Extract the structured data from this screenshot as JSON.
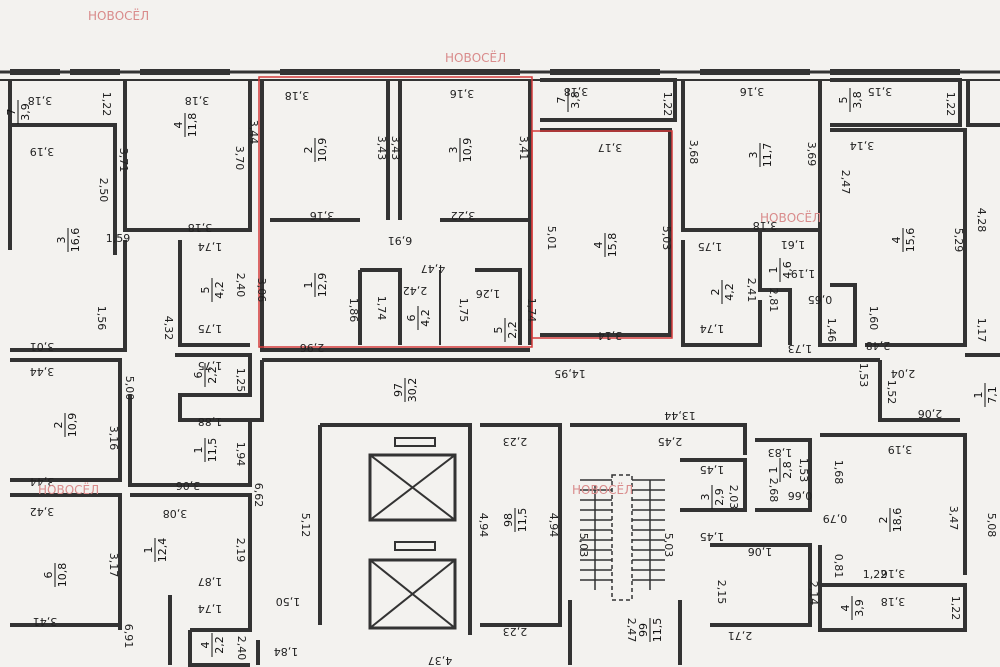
{
  "watermark": "НОВОСЁЛ",
  "highlight_color": "#d33a3a",
  "rooms": [
    {
      "id": "r7a",
      "num": "7",
      "area": "3,9"
    },
    {
      "id": "r4a",
      "num": "4",
      "area": "11,8"
    },
    {
      "id": "r3a",
      "num": "3",
      "area": "16,6"
    },
    {
      "id": "r5a",
      "num": "5",
      "area": "4,2"
    },
    {
      "id": "r2h",
      "num": "2",
      "area": "10,9"
    },
    {
      "id": "r3h",
      "num": "3",
      "area": "10,9"
    },
    {
      "id": "r1h",
      "num": "1",
      "area": "12,9"
    },
    {
      "id": "r6h",
      "num": "6",
      "area": "4,2"
    },
    {
      "id": "r5h",
      "num": "5",
      "area": "2,2"
    },
    {
      "id": "r4h",
      "num": "4",
      "area": "15,8"
    },
    {
      "id": "r7h",
      "num": "7",
      "area": "3,8"
    },
    {
      "id": "r3c",
      "num": "3",
      "area": "11,7"
    },
    {
      "id": "r2c",
      "num": "2",
      "area": "4,2"
    },
    {
      "id": "r1c",
      "num": "1",
      "area": "4,6"
    },
    {
      "id": "r5r",
      "num": "5",
      "area": "3,8"
    },
    {
      "id": "r4r",
      "num": "4",
      "area": "15,6"
    },
    {
      "id": "r1r",
      "num": "1",
      "area": "7,1"
    },
    {
      "id": "r97",
      "num": "97",
      "area": "30,2"
    },
    {
      "id": "r6l",
      "num": "6",
      "area": "2,2"
    },
    {
      "id": "r2l",
      "num": "2",
      "area": "10,9"
    },
    {
      "id": "r1l",
      "num": "1",
      "area": "11,5"
    },
    {
      "id": "r6b",
      "num": "6",
      "area": "10,8"
    },
    {
      "id": "r1b",
      "num": "1",
      "area": "12,4"
    },
    {
      "id": "r4b",
      "num": "4",
      "area": "2,2"
    },
    {
      "id": "r98",
      "num": "98",
      "area": "11,5"
    },
    {
      "id": "r99",
      "num": "99",
      "area": "11,5"
    },
    {
      "id": "r3s",
      "num": "3",
      "area": "2,9"
    },
    {
      "id": "r1s",
      "num": "1",
      "area": "2,8"
    },
    {
      "id": "r2s",
      "num": "2",
      "area": "18,6"
    },
    {
      "id": "r4s",
      "num": "4",
      "area": "3,9"
    }
  ],
  "dims": {
    "d01": "3,18",
    "d02": "1,22",
    "d03": "3,18",
    "d04": "3,18",
    "d05": "3,16",
    "d06": "3,18",
    "d07": "1,22",
    "d08": "3,16",
    "d09": "3,15",
    "d10": "1,22",
    "d11": "3,19",
    "d12": "3,71",
    "d13": "3,70",
    "d14": "2,50",
    "d15": "3,18",
    "d16": "1,59",
    "d17": "1,74",
    "d18": "2,40",
    "d19": "1,75",
    "d20": "1,56",
    "d21": "4,32",
    "d22": "3,01",
    "d23": "3,44",
    "d24": "1,75",
    "d25": "1,25",
    "d26": "5,00",
    "d27": "1,88",
    "d28": "3,16",
    "d29": "1,94",
    "d30": "3,44",
    "d31": "3,06",
    "d32": "3,42",
    "d33": "3,08",
    "d34": "3,17",
    "d35": "2,19",
    "d36": "1,87",
    "d37": "1,74",
    "d38": "3,41",
    "d39": "6,91",
    "d40": "2,40",
    "d41": "1,84",
    "d42": "3,44",
    "d43": "3,43",
    "d44": "3,43",
    "d45": "3,41",
    "d46": "3,16",
    "d47": "3,22",
    "d48": "6,91",
    "d49": "3,06",
    "d50": "1,86",
    "d51": "1,74",
    "d52": "1,75",
    "d53": "2,42",
    "d54": "4,47",
    "d55": "1,26",
    "d56": "1,74",
    "d57": "2,96",
    "d58": "3,17",
    "d59": "5,01",
    "d60": "5,03",
    "d61": "3,14",
    "d62": "3,68",
    "d63": "3,69",
    "d64": "2,47",
    "d65": "3,14",
    "d66": "4,28",
    "d67": "3,18",
    "d68": "1,75",
    "d69": "1,61",
    "d70": "2,41",
    "d71": "2,81",
    "d72": "1,74",
    "d73": "1,19",
    "d74": "0,65",
    "d75": "1,60",
    "d76": "1,46",
    "d77": "1,73",
    "d78": "5,29",
    "d79": "1,17",
    "d80": "2,48",
    "d81": "2,04",
    "d82": "14,95",
    "d83": "1,53",
    "d84": "1,52",
    "d85": "2,06",
    "d86": "13,44",
    "d87": "6,62",
    "d88": "5,12",
    "d89": "2,23",
    "d90": "4,94",
    "d91": "4,94",
    "d92": "2,45",
    "d93": "5,03",
    "d94": "5,03",
    "d95": "1,50",
    "d96": "2,23",
    "d97": "2,47",
    "d98": "4,37",
    "d99": "1,83",
    "d100": "1,45",
    "d101": "2,68",
    "d102": "1,53",
    "d103": "1,68",
    "d104": "3,19",
    "d105": "2,03",
    "d106": "0,66",
    "d107": "0,79",
    "d108": "1,45",
    "d109": "1,06",
    "d110": "3,47",
    "d111": "5,08",
    "d112": "0,81",
    "d113": "2,15",
    "d114": "2,14",
    "d115": "3,16",
    "d116": "3,18",
    "d117": "2,71",
    "d118": "1,22",
    "d119": "1,22"
  }
}
